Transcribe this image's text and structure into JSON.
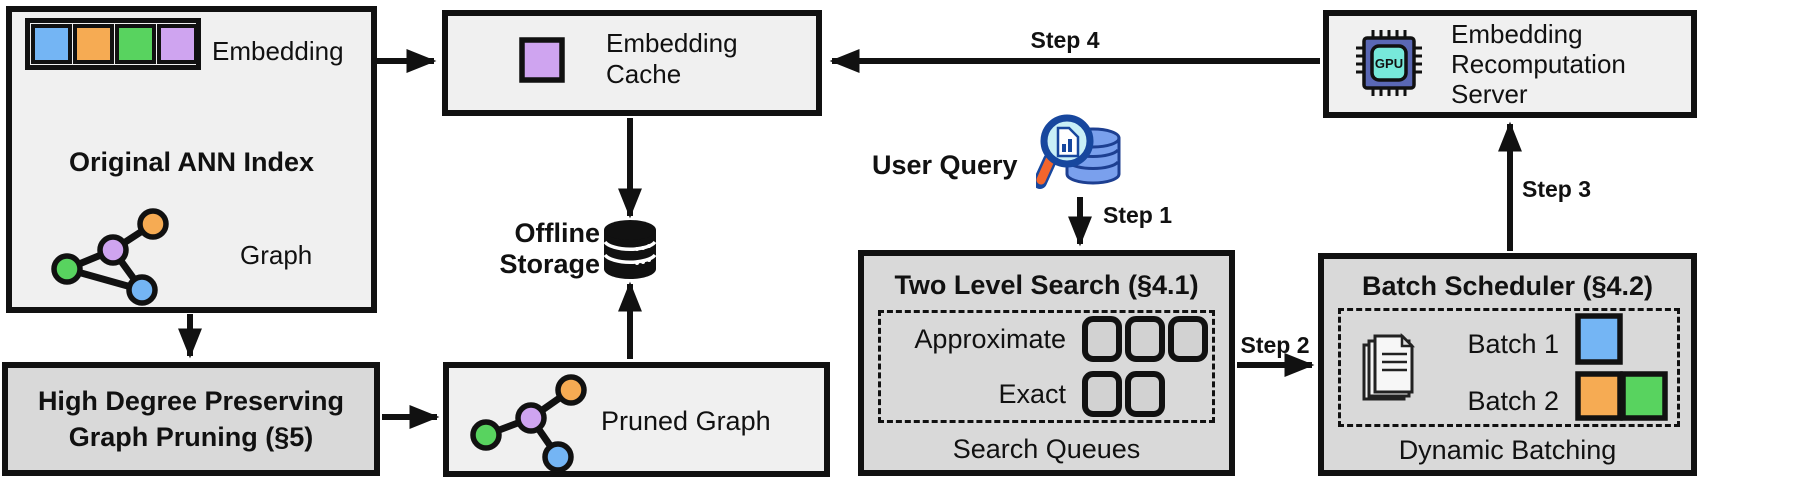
{
  "colors": {
    "blue": "#74b5f4",
    "orange": "#f6ab53",
    "green": "#58d35f",
    "purple": "#cfa4f0",
    "chip_body": "#5a68b5",
    "chip_core": "#77e9da",
    "db_blue": "#7aa0ed",
    "db_outline": "#1d3f91",
    "lens_fill": "#c8eff7",
    "handle_orange": "#f2652c",
    "box_light": "#f0f0f0",
    "box_dark": "#d9d9d9"
  },
  "original_index": {
    "title": "Original ANN Index",
    "embedding_label": "Embedding",
    "graph_label": "Graph"
  },
  "graph_pruning": {
    "lines": [
      "High Degree Preserving",
      "Graph Pruning (§5)"
    ]
  },
  "embedding_cache": {
    "lines": [
      "Embedding",
      "Cache"
    ]
  },
  "offline_storage": {
    "lines": [
      "Offline",
      "Storage"
    ]
  },
  "pruned_graph": {
    "label": "Pruned Graph"
  },
  "user_query": {
    "label": "User Query"
  },
  "two_level_search": {
    "title": "Two Level Search (§4.1)",
    "approx_label": "Approximate",
    "exact_label": "Exact",
    "footer": "Search Queues"
  },
  "batch_scheduler": {
    "title": "Batch Scheduler (§4.2)",
    "batch1_label": "Batch 1",
    "batch2_label": "Batch 2",
    "footer": "Dynamic Batching"
  },
  "recompute_server": {
    "lines": [
      "Embedding",
      "Recomputation",
      "Server"
    ],
    "chip_label": "GPU"
  },
  "steps": {
    "step1": "Step 1",
    "step2": "Step 2",
    "step3": "Step 3",
    "step4": "Step 4"
  }
}
